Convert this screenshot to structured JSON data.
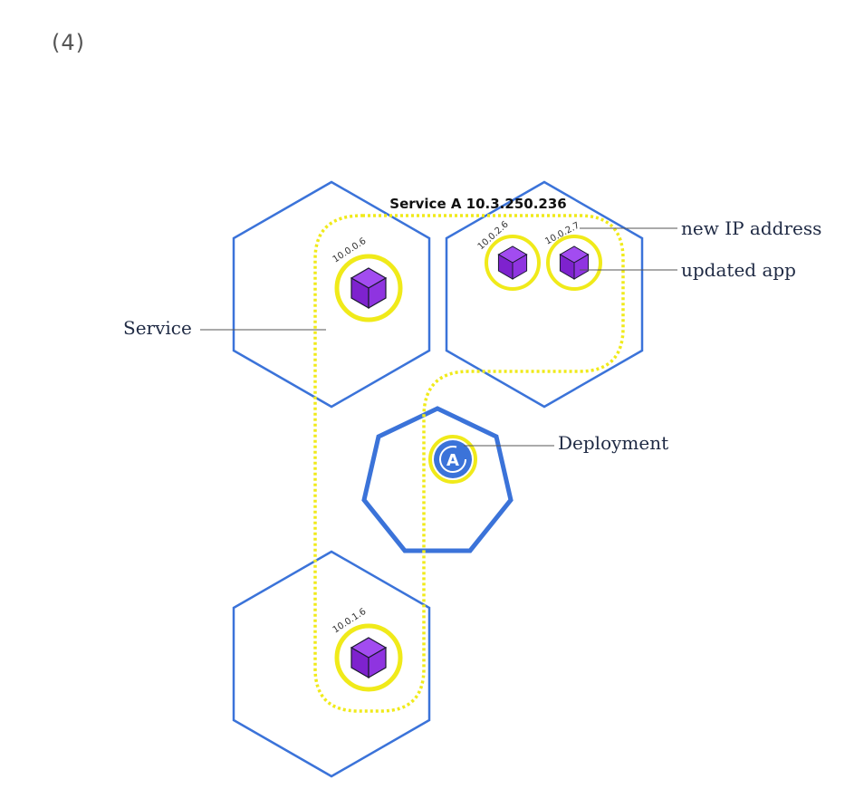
{
  "step_label": "(4)",
  "service_title": "Service A 10.3.250.236",
  "callouts": {
    "service": "Service",
    "new_ip": "new IP address",
    "updated_app": "updated app",
    "deployment": "Deployment"
  },
  "pods": [
    {
      "ip": "10.0.0.6"
    },
    {
      "ip": "10.0.2.6"
    },
    {
      "ip": "10.0.2.7"
    },
    {
      "ip": "10.0.1.6"
    }
  ],
  "deployment_glyph": "A",
  "colors": {
    "node_outline": "#3b73d9",
    "service_boundary": "#f0ea1a",
    "pod_ring": "#f0ea1a",
    "pod_cube": "#8a2be2",
    "deployment_badge": "#3b73d9",
    "leader_line": "#555555"
  },
  "icons": [
    "node-hexagon",
    "pod-cube-icon",
    "deployment-icon"
  ]
}
